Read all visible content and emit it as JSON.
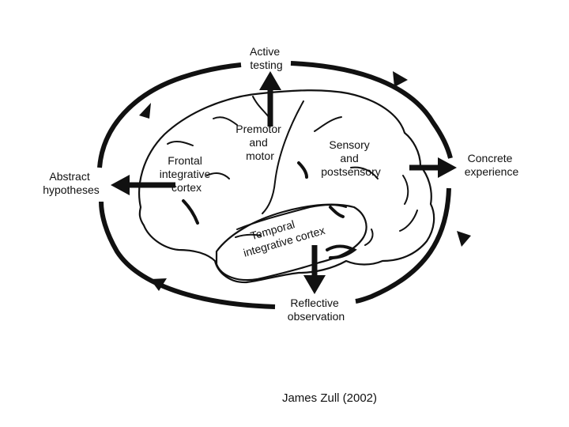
{
  "labels": {
    "active_testing": [
      "Active",
      "testing"
    ],
    "concrete_experience": [
      "Concrete",
      "experience"
    ],
    "reflective_observation": [
      "Reflective",
      "observation"
    ],
    "abstract_hypotheses": [
      "Abstract",
      "hypotheses"
    ],
    "premotor_motor": [
      "Premotor",
      "and",
      "motor"
    ],
    "sensory_postsensory": [
      "Sensory",
      "and",
      "postsensory"
    ],
    "frontal_integrative": [
      "Frontal",
      "integrative",
      "cortex"
    ],
    "temporal_integrative": [
      "Temporal",
      "integrative cortex"
    ]
  },
  "credit": "James Zull (2002)"
}
